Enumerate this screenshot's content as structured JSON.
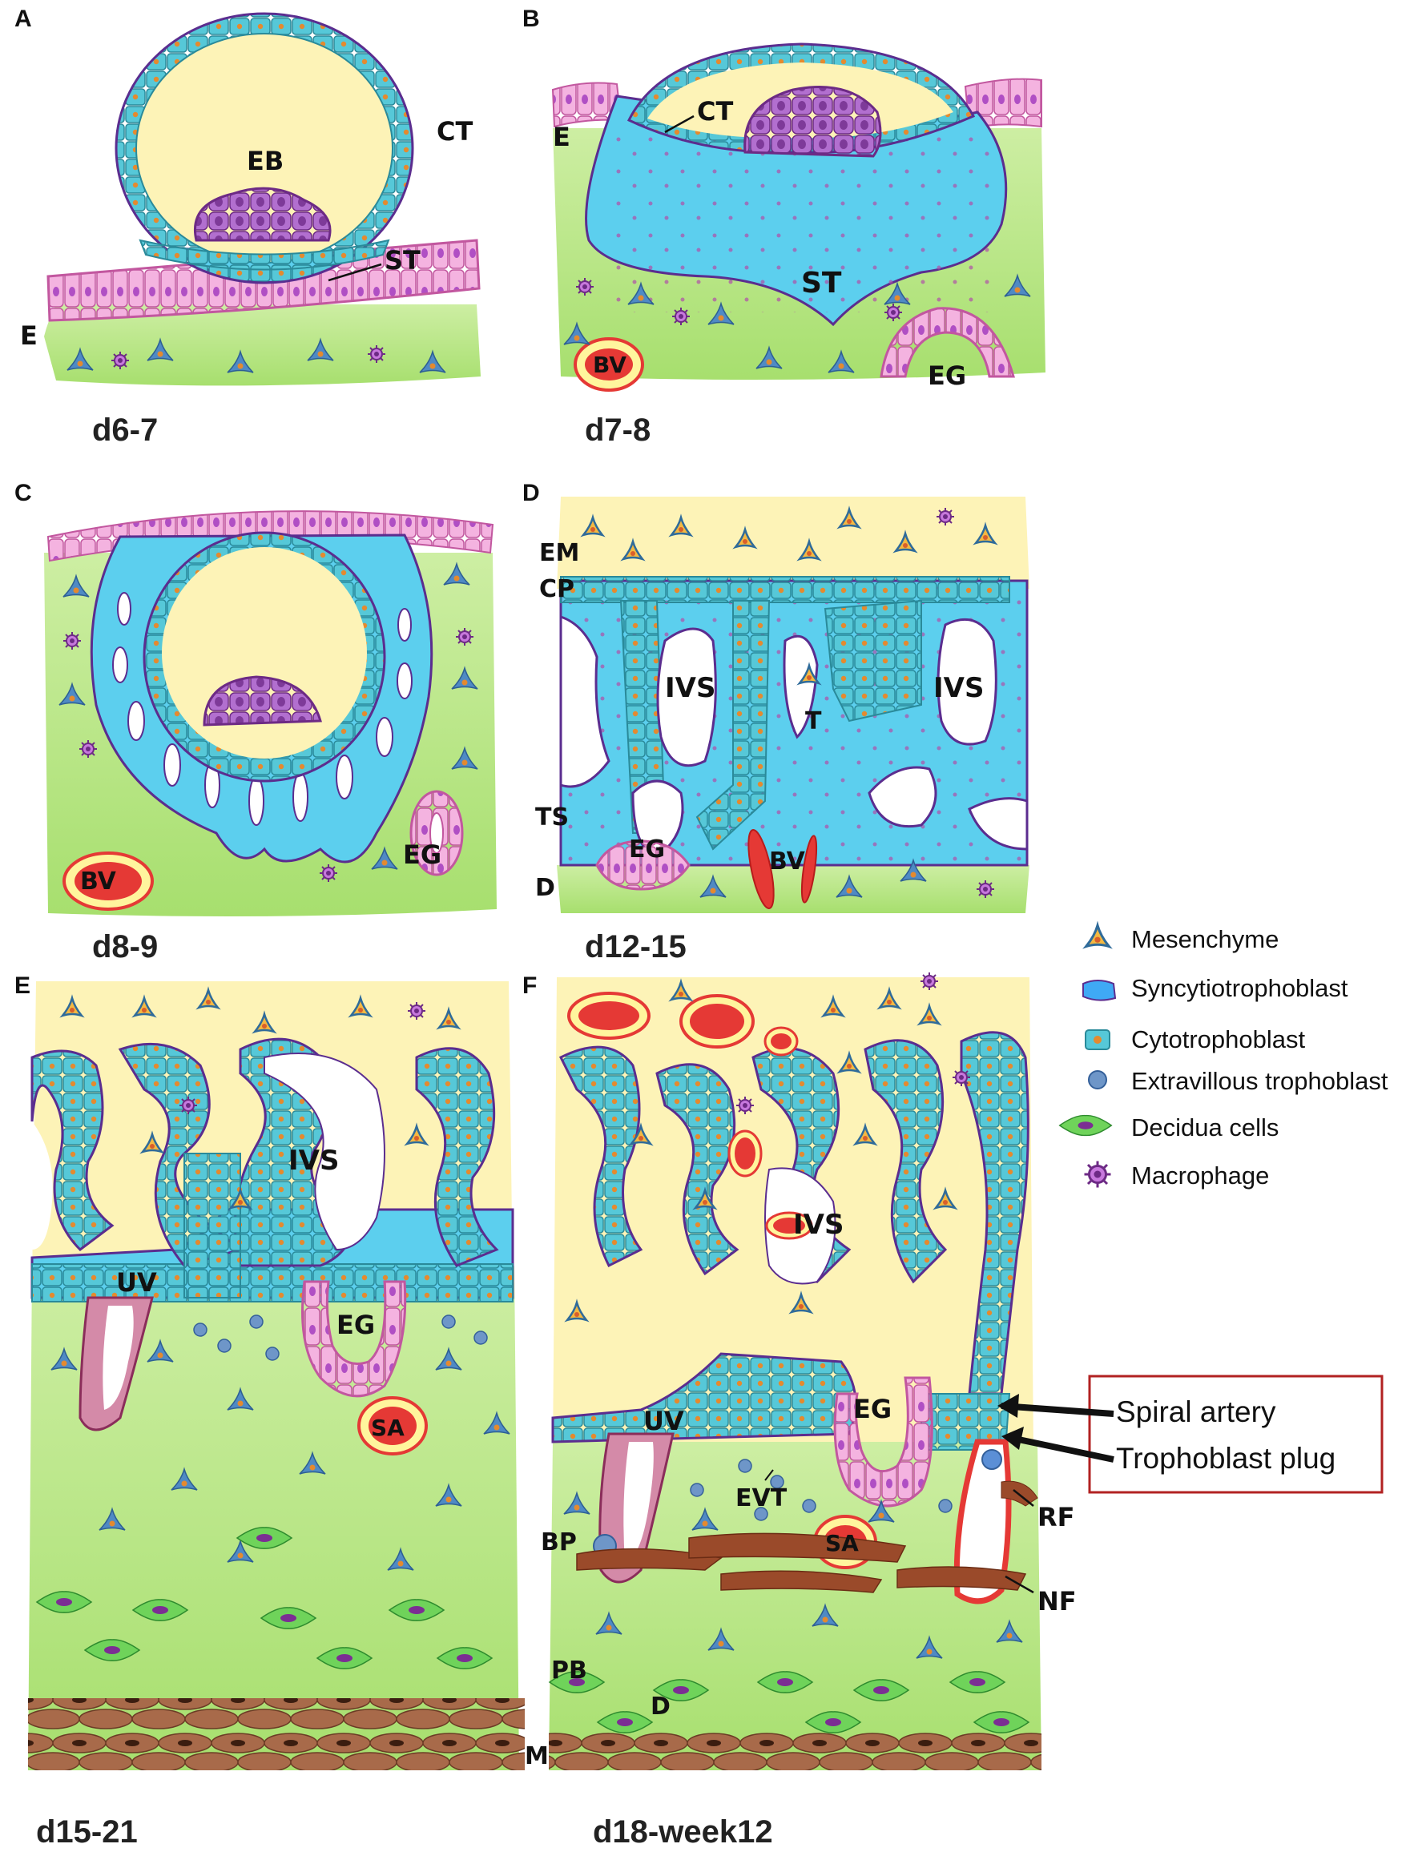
{
  "panels": {
    "A": {
      "letter": "A",
      "stage": "d6-7",
      "labels": {
        "CT": "CT",
        "EB": "EB",
        "ST": "ST",
        "E": "E"
      }
    },
    "B": {
      "letter": "B",
      "stage": "d7-8",
      "labels": {
        "CT": "CT",
        "E": "E",
        "ST": "ST",
        "BV": "BV",
        "EG": "EG"
      }
    },
    "C": {
      "letter": "C",
      "stage": "d8-9",
      "labels": {
        "BV": "BV",
        "EG": "EG"
      }
    },
    "D": {
      "letter": "D",
      "stage": "d12-15",
      "labels": {
        "EM": "EM",
        "CP": "CP",
        "IVS1": "IVS",
        "IVS2": "IVS",
        "T": "T",
        "TS": "TS",
        "EG": "EG",
        "BV": "BV",
        "D": "D"
      }
    },
    "E": {
      "letter": "E",
      "stage": "d15-21",
      "labels": {
        "IVS": "IVS",
        "UV": "UV",
        "EG": "EG",
        "SA": "SA"
      }
    },
    "F": {
      "letter": "F",
      "stage": "d18-week12",
      "labels": {
        "IVS": "IVS",
        "UV": "UV",
        "EG": "EG",
        "EVT": "EVT",
        "BP": "BP",
        "SA": "SA",
        "RF": "RF",
        "NF": "NF",
        "PB": "PB",
        "D": "D",
        "M": "M"
      }
    }
  },
  "legend": [
    {
      "label": "Mesenchyme",
      "icon": "mesenchyme-icon",
      "color": "#f4b942"
    },
    {
      "label": "Syncytiotrophoblast",
      "icon": "syncytiotrophoblast-icon",
      "color": "#4fc3f7"
    },
    {
      "label": "Cytotrophoblast",
      "icon": "cytotrophoblast-icon",
      "color": "#4dd0e1"
    },
    {
      "label": "Extravillous trophoblast",
      "icon": "extravillous-trophoblast-icon",
      "color": "#5b8fd6"
    },
    {
      "label": "Decidua cells",
      "icon": "decidua-cell-icon",
      "color": "#4caf50"
    },
    {
      "label": "Macrophage",
      "icon": "macrophage-icon",
      "color": "#a855c8"
    }
  ],
  "callout": {
    "line1": "Spiral artery",
    "line2": "Trophoblast plug",
    "border_color": "#b22222"
  },
  "colors": {
    "yolk": "#fdf3b7",
    "decidua": "#b8e68a",
    "syncytio": "#5ccfee",
    "cyto": "#56c8d8",
    "embryoblast": "#b26fcf",
    "epithelium": "#f2a8d8",
    "vessel": "#e53935"
  }
}
